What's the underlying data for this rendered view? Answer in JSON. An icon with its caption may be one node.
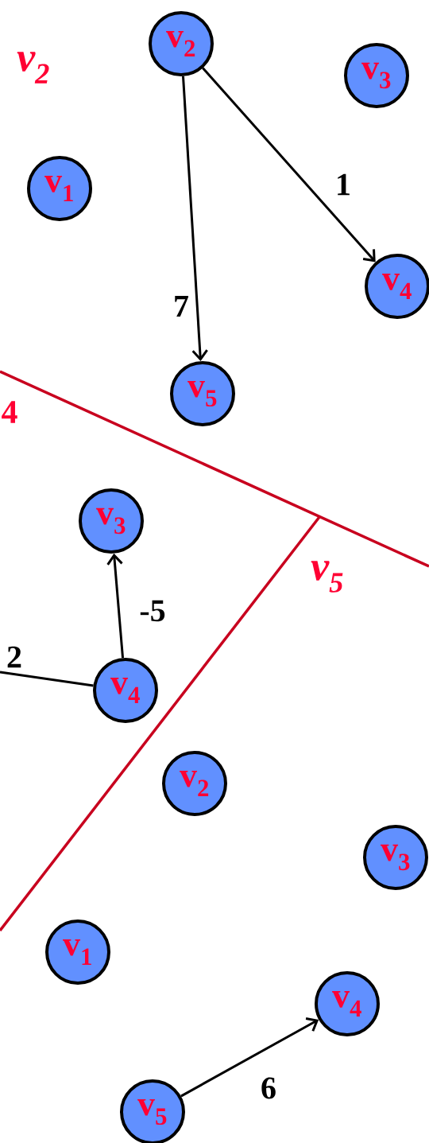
{
  "diagram": {
    "nodes": [
      {
        "text": [
          "v$_{2}$"
        ]
      },
      {
        "text": [
          "v$_{3}$"
        ]
      },
      {
        "text": [
          "v$_{1}$"
        ]
      },
      {
        "text": [
          "v$_{4}$"
        ]
      },
      {
        "text": [
          "v$_{5}$"
        ]
      },
      {
        "text": [
          "v$_{3}$"
        ]
      },
      {
        "text": [
          "v$_{4}$"
        ]
      },
      {
        "text": [
          "v$_{2}$"
        ]
      },
      {
        "text": [
          "v$_{3}$"
        ]
      },
      {
        "text": [
          "v$_{1}$"
        ]
      },
      {
        "text": [
          "v$_{4}$"
        ]
      },
      {
        "text": [
          "v$_{5}$"
        ]
      }
    ],
    "edges": [
      {
        "from": 0,
        "to": 4,
        "arrow": "to",
        "label": "7"
      },
      {
        "from": 0,
        "to": 3,
        "arrow": "to",
        "label": "1"
      },
      {
        "from": 6,
        "to": 5,
        "arrow": "to",
        "label": "-5"
      },
      {
        "from": 6,
        "to": null,
        "arrow": "none",
        "label": "2"
      },
      {
        "from": 11,
        "to": 10,
        "arrow": "to",
        "label": "6"
      }
    ],
    "labels": [
      "v$_{2}$",
      "4",
      "v$_{5}$"
    ]
  }
}
